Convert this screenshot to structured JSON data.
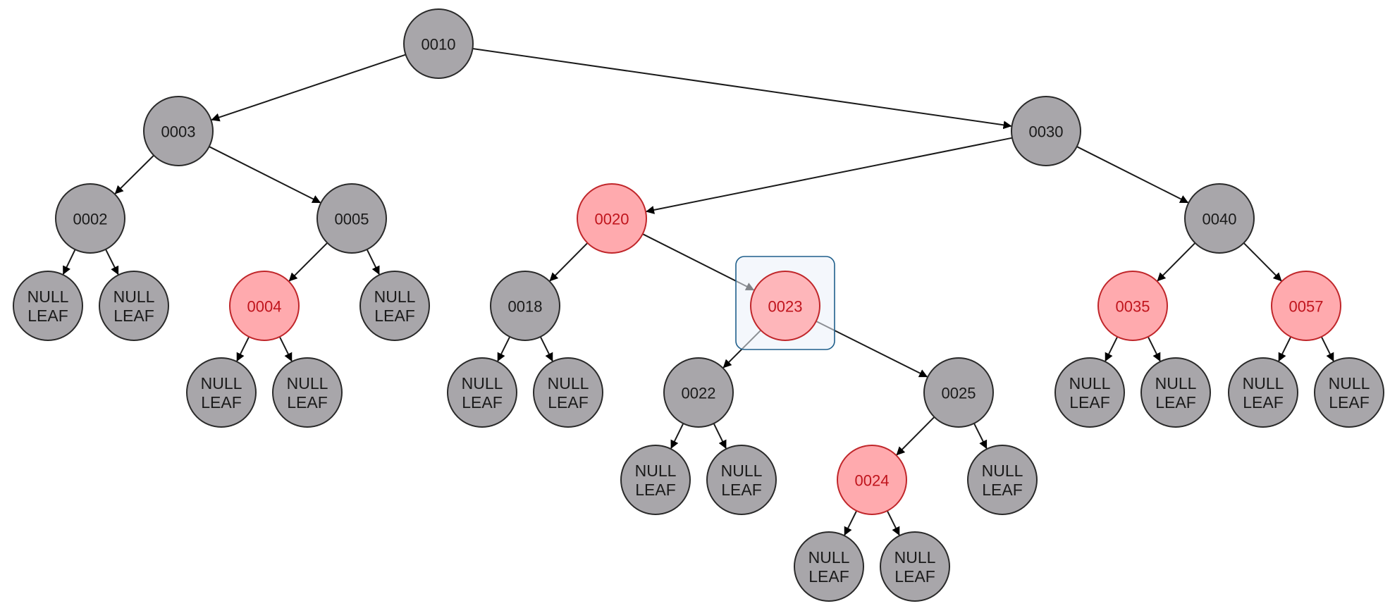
{
  "tree": {
    "nodes": [
      {
        "id": "0010",
        "label": "0010",
        "color": "black"
      },
      {
        "id": "0003",
        "label": "0003",
        "color": "black"
      },
      {
        "id": "0030",
        "label": "0030",
        "color": "black"
      },
      {
        "id": "0002",
        "label": "0002",
        "color": "black"
      },
      {
        "id": "0005",
        "label": "0005",
        "color": "black"
      },
      {
        "id": "0020",
        "label": "0020",
        "color": "red"
      },
      {
        "id": "0040",
        "label": "0040",
        "color": "black"
      },
      {
        "id": "0004",
        "label": "0004",
        "color": "red"
      },
      {
        "id": "0018",
        "label": "0018",
        "color": "black"
      },
      {
        "id": "0023",
        "label": "0023",
        "color": "red",
        "selected": true
      },
      {
        "id": "0035",
        "label": "0035",
        "color": "red"
      },
      {
        "id": "0057",
        "label": "0057",
        "color": "red"
      },
      {
        "id": "0022",
        "label": "0022",
        "color": "black"
      },
      {
        "id": "0025",
        "label": "0025",
        "color": "black"
      },
      {
        "id": "0024",
        "label": "0024",
        "color": "red"
      },
      {
        "id": "L1",
        "label": [
          "NULL",
          "LEAF"
        ],
        "color": "black"
      },
      {
        "id": "L2",
        "label": [
          "NULL",
          "LEAF"
        ],
        "color": "black"
      },
      {
        "id": "L3",
        "label": [
          "NULL",
          "LEAF"
        ],
        "color": "black"
      },
      {
        "id": "L4",
        "label": [
          "NULL",
          "LEAF"
        ],
        "color": "black"
      },
      {
        "id": "L5",
        "label": [
          "NULL",
          "LEAF"
        ],
        "color": "black"
      },
      {
        "id": "L6",
        "label": [
          "NULL",
          "LEAF"
        ],
        "color": "black"
      },
      {
        "id": "L7",
        "label": [
          "NULL",
          "LEAF"
        ],
        "color": "black"
      },
      {
        "id": "L8",
        "label": [
          "NULL",
          "LEAF"
        ],
        "color": "black"
      },
      {
        "id": "L9",
        "label": [
          "NULL",
          "LEAF"
        ],
        "color": "black"
      },
      {
        "id": "L10",
        "label": [
          "NULL",
          "LEAF"
        ],
        "color": "black"
      },
      {
        "id": "L11",
        "label": [
          "NULL",
          "LEAF"
        ],
        "color": "black"
      },
      {
        "id": "L12",
        "label": [
          "NULL",
          "LEAF"
        ],
        "color": "black"
      },
      {
        "id": "L13",
        "label": [
          "NULL",
          "LEAF"
        ],
        "color": "black"
      },
      {
        "id": "L14",
        "label": [
          "NULL",
          "LEAF"
        ],
        "color": "black"
      },
      {
        "id": "L15",
        "label": [
          "NULL",
          "LEAF"
        ],
        "color": "black"
      },
      {
        "id": "L16",
        "label": [
          "NULL",
          "LEAF"
        ],
        "color": "black"
      }
    ],
    "edges": [
      [
        "0010",
        "0003"
      ],
      [
        "0010",
        "0030"
      ],
      [
        "0003",
        "0002"
      ],
      [
        "0003",
        "0005"
      ],
      [
        "0030",
        "0020"
      ],
      [
        "0030",
        "0040"
      ],
      [
        "0002",
        "L1"
      ],
      [
        "0002",
        "L2"
      ],
      [
        "0005",
        "0004"
      ],
      [
        "0005",
        "L3"
      ],
      [
        "0020",
        "0018"
      ],
      [
        "0020",
        "0023"
      ],
      [
        "0040",
        "0035"
      ],
      [
        "0040",
        "0057"
      ],
      [
        "0004",
        "L4"
      ],
      [
        "0004",
        "L5"
      ],
      [
        "0018",
        "L6"
      ],
      [
        "0018",
        "L7"
      ],
      [
        "0023",
        "0022"
      ],
      [
        "0023",
        "0025"
      ],
      [
        "0035",
        "L8"
      ],
      [
        "0035",
        "L9"
      ],
      [
        "0057",
        "L10"
      ],
      [
        "0057",
        "L11"
      ],
      [
        "0022",
        "L12"
      ],
      [
        "0022",
        "L13"
      ],
      [
        "0025",
        "0024"
      ],
      [
        "0025",
        "L14"
      ],
      [
        "0024",
        "L15"
      ],
      [
        "0024",
        "L16"
      ]
    ]
  },
  "colors": {
    "black_fill": "#a8a6aa",
    "black_stroke": "#2a2a2a",
    "red_fill": "#ffaaae",
    "red_stroke": "#c0262a",
    "red_text": "#c0141c",
    "selection_stroke": "#1f5f8b"
  }
}
